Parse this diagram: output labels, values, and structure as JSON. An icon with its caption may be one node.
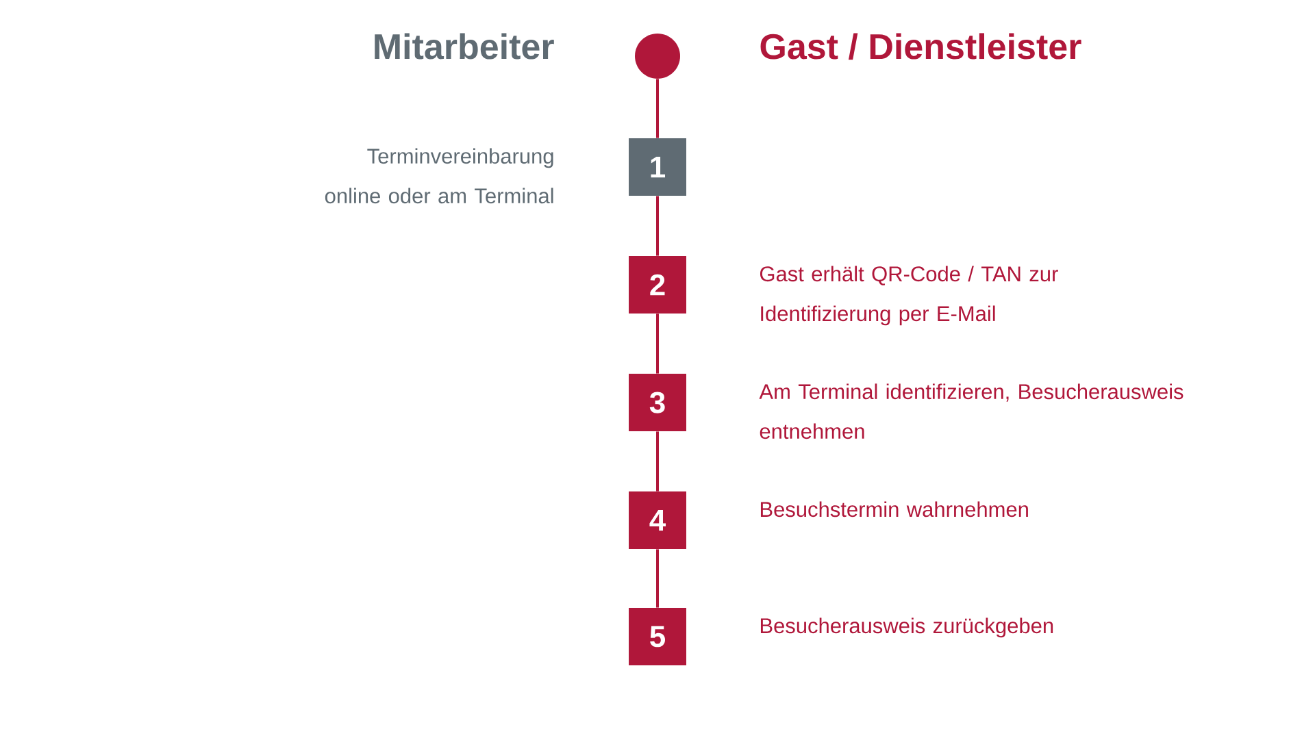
{
  "diagram": {
    "nodes": [
      {
        "text": [],
        "shape": "circle"
      },
      {
        "text": [
          "1"
        ],
        "beside": [
          "Terminvereinbarung online oder am Terminal"
        ]
      },
      {
        "text": [
          "2"
        ],
        "beside": [
          "Gast erhält QR-Code / TAN zur Identifizierung per E-Mail"
        ]
      },
      {
        "text": [
          "3"
        ],
        "beside": [
          "Am Terminal identifizieren, Besucherausweis entnehmen"
        ]
      },
      {
        "text": [
          "4"
        ],
        "beside": [
          "Besuchstermin wahrnehmen"
        ]
      },
      {
        "text": [
          "5"
        ],
        "beside": [
          "Besucherausweis zurückgeben"
        ]
      }
    ],
    "edges": [
      {
        "from": 0,
        "to": 1,
        "arrow": "none"
      },
      {
        "from": 1,
        "to": 2,
        "arrow": "none"
      },
      {
        "from": 2,
        "to": 3,
        "arrow": "none"
      },
      {
        "from": 3,
        "to": 4,
        "arrow": "none"
      },
      {
        "from": 4,
        "to": 5,
        "arrow": "none"
      }
    ],
    "labels": [
      "Mitarbeiter",
      "Gast / Dienstleister"
    ]
  }
}
